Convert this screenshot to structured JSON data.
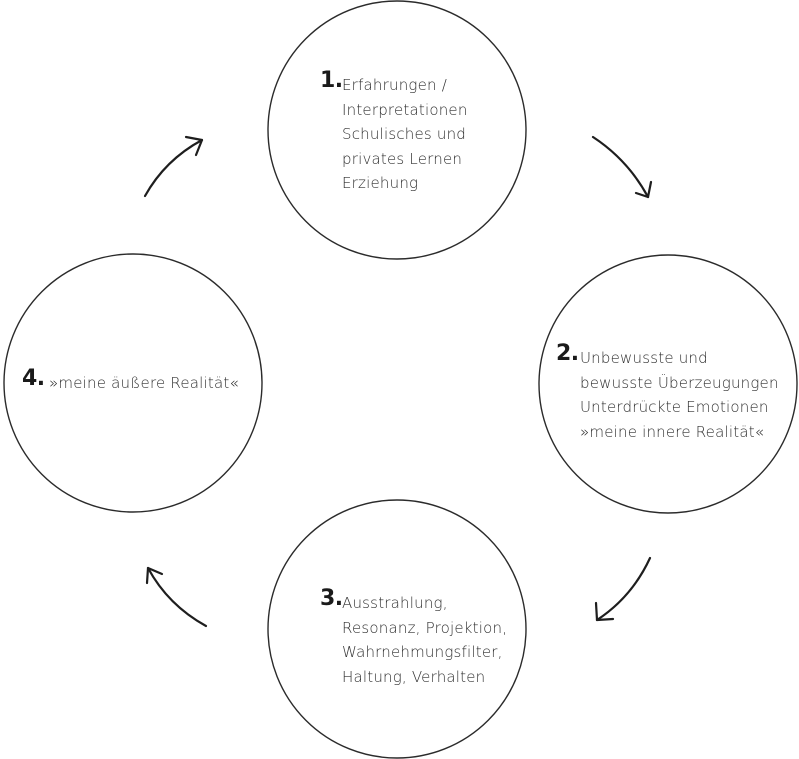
{
  "nodes": [
    {
      "number": "1.",
      "lines": [
        "Erfahrungen /",
        "Interpretationen",
        "Schulisches und",
        "privates Lernen",
        "Erziehung"
      ]
    },
    {
      "number": "2.",
      "lines": [
        "Unbewusste und",
        "bewusste  Überzeugungen",
        "Unterdrückte Emotionen",
        "»meine innere Realität«"
      ]
    },
    {
      "number": "3.",
      "lines": [
        "Ausstrahlung,",
        "Resonanz, Projektion,",
        "Wahrnehmungsfilter,",
        "Haltung, Verhalten"
      ]
    },
    {
      "number": "4.",
      "lines": [
        "»meine äußere Realität«"
      ]
    }
  ],
  "colors": {
    "stroke": "#2b2b2b",
    "arrow": "#1e1e1e",
    "text": "#2f2f2f",
    "background": "#ffffff"
  }
}
